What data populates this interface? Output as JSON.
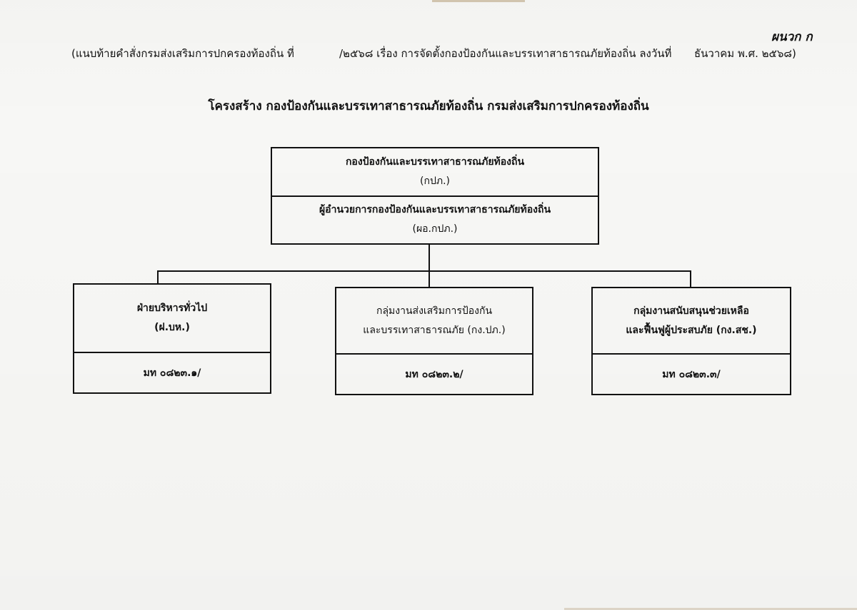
{
  "header": {
    "annex": "ผนวก ก",
    "ref_prefix": "(แนบท้ายคำสั่งกรมส่งเสริมการปกครองท้องถิ่น ที่",
    "ref_subject": "/๒๕๖๘ เรื่อง การจัดตั้งกองป้องกันและบรรเทาสาธารณภัยท้องถิ่น ลงวันที่",
    "ref_date": "ธันวาคม พ.ศ. ๒๕๖๘)"
  },
  "title": "โครงสร้าง กองป้องกันและบรรเทาสาธารณภัยท้องถิ่น กรมส่งเสริมการปกครองท้องถิ่น",
  "org_chart": {
    "top": {
      "unit_name": "กองป้องกันและบรรเทาสาธารณภัยท้องถิ่น",
      "unit_abbr": "(กปภ.)",
      "head_name": "ผู้อำนวยการกองป้องกันและบรรเทาสาธารณภัยท้องถิ่น",
      "head_abbr": "(ผอ.กปภ.)"
    },
    "children": [
      {
        "line1": "ฝ่ายบริหารทั่วไป",
        "line2": "(ฝ.บห.)",
        "code": "มท ๐๘๒๓.๑/"
      },
      {
        "line1": "กลุ่มงานส่งเสริมการป้องกัน",
        "line2": "และบรรเทาสาธารณภัย (กง.ปภ.)",
        "code": "มท ๐๘๒๓.๒/"
      },
      {
        "line1": "กลุ่มงานสนับสนุนช่วยเหลือ",
        "line2": "และฟื้นฟูผู้ประสบภัย (กง.สช.)",
        "code": "มท ๐๘๒๓.๓/"
      }
    ]
  }
}
